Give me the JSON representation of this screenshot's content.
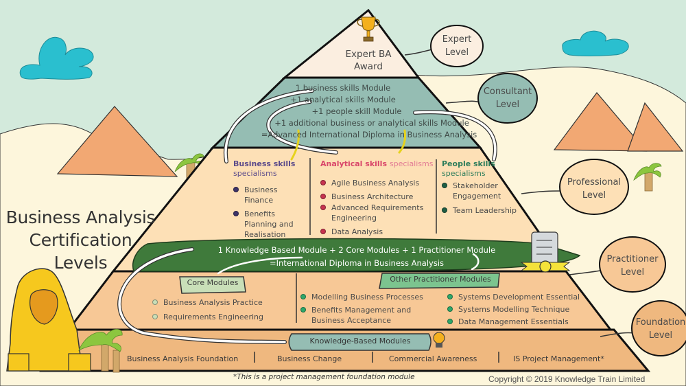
{
  "title": {
    "line1": "Business Analysis",
    "line2": "Certification",
    "line3": "Levels"
  },
  "levels": {
    "expert": {
      "line1": "Expert",
      "line2": "Level"
    },
    "consultant": {
      "line1": "Consultant",
      "line2": "Level"
    },
    "professional": {
      "line1": "Professional",
      "line2": "Level"
    },
    "practitioner": {
      "line1": "Practitioner",
      "line2": "Level"
    },
    "foundation": {
      "line1": "Foundation",
      "line2": "Level"
    }
  },
  "expert_tier": {
    "award_line1": "Expert BA",
    "award_line2": "Award",
    "icon": "trophy-icon"
  },
  "consultant_tier": {
    "lines": [
      "1 business skills Module",
      "+1 analytical skills Module",
      "+1 people skill Module",
      "+1 additional business or analytical skills Module",
      "=Advanced International Diploma in Business Analysis"
    ]
  },
  "professional_tier": {
    "business": {
      "heading": "Business skills",
      "sub": "specialisms",
      "color": "#5b4a8a",
      "bullet_color": "#3e3469",
      "items": [
        {
          "line1": "Business",
          "line2": "Finance"
        },
        {
          "line1": "Benefits",
          "line2": "Planning and",
          "line3": "Realisation"
        }
      ]
    },
    "analytical": {
      "heading": "Analytical skills",
      "sub": "specialisms",
      "color": "#d9466a",
      "bullet_color": "#c7334f",
      "items": [
        {
          "line1": "Agile Business Analysis"
        },
        {
          "line1": "Business Architecture"
        },
        {
          "line1": "Advanced Requirements",
          "line2": "Engineering"
        },
        {
          "line1": "Data Analysis"
        }
      ]
    },
    "people": {
      "heading": "People skills",
      "sub": "specialisms",
      "color": "#2e7d5b",
      "bullet_color": "#1f5e44",
      "items": [
        {
          "line1": "Stakeholder",
          "line2": "Engagement"
        },
        {
          "line1": "Team Leadership"
        }
      ]
    }
  },
  "practitioner_tier": {
    "banner_line1": "1 Knowledge Based Module + 2 Core Modules + 1 Practitioner Module",
    "banner_line2": "=International Diploma in Business Analysis",
    "certificate_icon": "certificate-scroll-icon",
    "core_label": "Core Modules",
    "core_items": [
      "Business Analysis Practice",
      "Requirements Engineering"
    ],
    "other_label": "Other Practitioner Modules",
    "other_items_left": [
      {
        "line1": "Modelling Business Processes"
      },
      {
        "line1": "Benefits Management and",
        "line2": "Business Acceptance"
      }
    ],
    "other_items_right": [
      "Systems Development Essential",
      "Systems Modelling Technique",
      "Data Management Essentials"
    ]
  },
  "foundation_tier": {
    "label": "Knowledge-Based Modules",
    "icon": "lightbulb-icon",
    "modules": [
      "Business Analysis Foundation",
      "Business Change",
      "Commercial Awareness",
      "IS Project Management*"
    ]
  },
  "footnote": "*This is a project management foundation module",
  "copyright": "Copyright © 2019 Knowledge Train Limited",
  "colors": {
    "sky": "#d3eadc",
    "sand": "#fdf6dc",
    "expert": "#fbeee0",
    "consultant": "#95bdb3",
    "professional": "#fde0b6",
    "practitioner": "#f7c896",
    "foundation": "#efb87f",
    "banner": "#3f7a3b",
    "cloud": "#2abfcf",
    "small_pyramid": "#f2a873",
    "sphinx": "#f6c81e"
  }
}
